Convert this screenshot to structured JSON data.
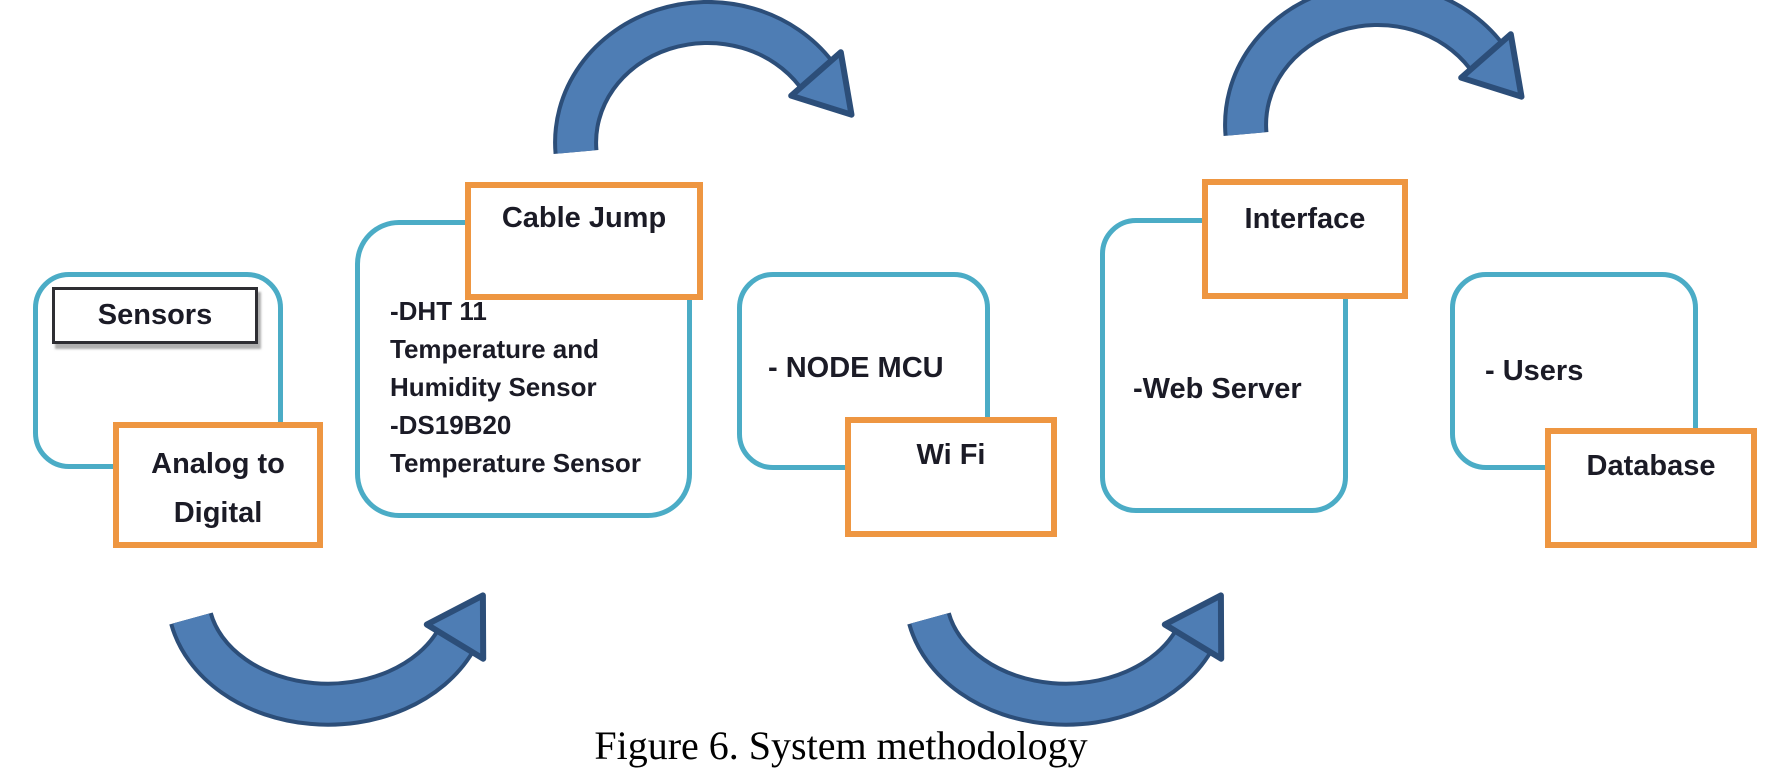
{
  "caption": "Figure 6. System methodology",
  "colors": {
    "teal": "#4BACC6",
    "orange": "#EE9641",
    "arrow-fill": "#4E7DB4",
    "arrow-outline": "#2C4E79"
  },
  "stage1": {
    "box_label": "Sensors",
    "tag_lines": [
      "Analog to",
      "Digital"
    ]
  },
  "stage2": {
    "tag": "Cable Jump",
    "lines": [
      "-DHT 11",
      "Temperature and",
      "Humidity Sensor",
      "-DS19B20",
      "Temperature Sensor"
    ]
  },
  "stage3": {
    "label": "- NODE MCU",
    "tag": "Wi Fi"
  },
  "stage4": {
    "label": "-Web Server",
    "tag": "Interface"
  },
  "stage5": {
    "label": "- Users",
    "tag": "Database"
  }
}
